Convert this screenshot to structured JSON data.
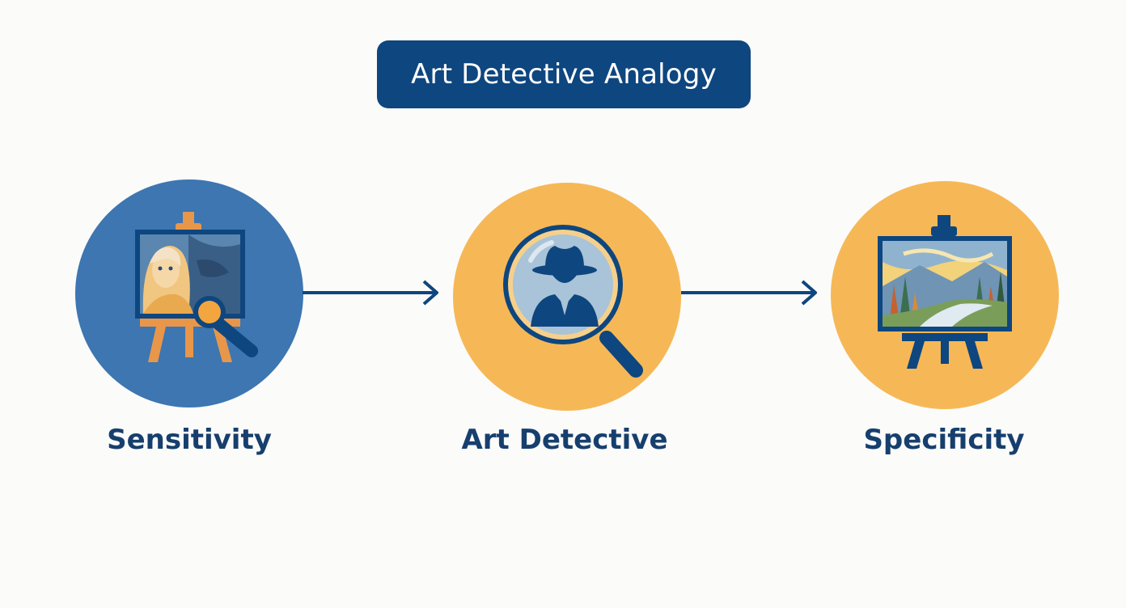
{
  "title": "Art Detective Analogy",
  "nodes": [
    {
      "label": "Sensitivity",
      "circle_color": "#3d76b1",
      "icon": "easel-portrait-magnifier-icon"
    },
    {
      "label": "Art Detective",
      "circle_color": "#f6b856",
      "icon": "detective-magnifier-icon"
    },
    {
      "label": "Specificity",
      "circle_color": "#f6b856",
      "icon": "easel-landscape-icon"
    }
  ],
  "colors": {
    "navy": "#0e467f",
    "label_text": "#163f6e",
    "background": "#fbfbfa"
  }
}
